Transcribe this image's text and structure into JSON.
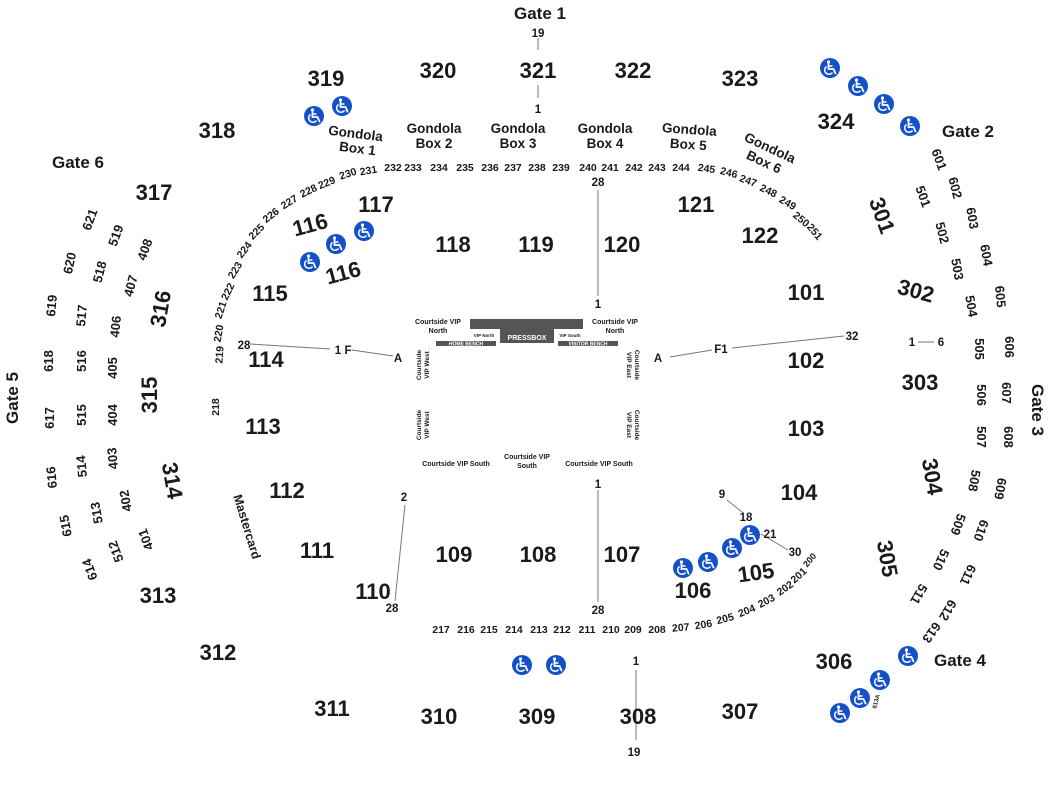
{
  "gates": {
    "gate1": "Gate 1",
    "gate2": "Gate 2",
    "gate3": "Gate 3",
    "gate4": "Gate 4",
    "gate5": "Gate 5",
    "gate6": "Gate 6"
  },
  "sections_100": [
    "101",
    "102",
    "103",
    "104",
    "105",
    "106",
    "107",
    "108",
    "109",
    "110",
    "111",
    "112",
    "113",
    "114",
    "115",
    "116",
    "116",
    "117",
    "118",
    "119",
    "120",
    "121",
    "122"
  ],
  "sections_300": [
    "301",
    "302",
    "303",
    "304",
    "305",
    "306",
    "307",
    "308",
    "309",
    "310",
    "311",
    "312",
    "313",
    "314",
    "315",
    "316",
    "317",
    "318",
    "319",
    "320",
    "321",
    "322",
    "323",
    "324"
  ],
  "sections_200_top": [
    "231",
    "232",
    "233",
    "234",
    "235",
    "236",
    "237",
    "238",
    "239",
    "240",
    "241",
    "242",
    "243",
    "244",
    "245",
    "246",
    "247",
    "248",
    "249",
    "250",
    "251"
  ],
  "sections_200_left": [
    "230",
    "229",
    "228",
    "227",
    "226",
    "225",
    "224",
    "223",
    "222",
    "221",
    "220",
    "219",
    "218"
  ],
  "sections_200_bottom": [
    "217",
    "216",
    "215",
    "214",
    "213",
    "212",
    "211",
    "210",
    "209",
    "208",
    "207",
    "206",
    "205",
    "204",
    "203",
    "202",
    "201",
    "200"
  ],
  "sections_500_left": [
    "519",
    "518",
    "517",
    "516",
    "515",
    "514",
    "513",
    "512"
  ],
  "sections_600_left": [
    "621",
    "620",
    "619",
    "618",
    "617",
    "616",
    "615",
    "614"
  ],
  "sections_400_left": [
    "408",
    "407",
    "406",
    "405",
    "404",
    "403",
    "402",
    "401"
  ],
  "sections_500_right": [
    "501",
    "502",
    "503",
    "504",
    "505",
    "506",
    "507",
    "508",
    "509",
    "510",
    "511"
  ],
  "sections_600_right": [
    "601",
    "602",
    "603",
    "604",
    "605",
    "606",
    "607",
    "608",
    "609",
    "610",
    "611",
    "612",
    "613"
  ],
  "gondola": {
    "gondola_word": "Gondola",
    "boxes": [
      "Box 1",
      "Box 2",
      "Box 3",
      "Box 4",
      "Box 5",
      "Box 6"
    ]
  },
  "court": {
    "courtside_vip_north": "Courtside VIP North",
    "courtside_vip_west": "Courtside VIP West",
    "courtside_vip_east": "Courtside VIP East",
    "courtside_vip_south": "Courtside VIP South",
    "pressbox": "PRESSBOX",
    "vip_north": "VIP North",
    "vip_south": "VIP South",
    "home_bench": "HOME BENCH",
    "visitor_bench": "VISITOR BENCH",
    "mastercard": "Mastercard",
    "label_613a": "613A"
  },
  "rows": {
    "r1": "1",
    "r2": "2",
    "r6": "6",
    "r9": "9",
    "r18": "18",
    "r19": "19",
    "r21": "21",
    "r28": "28",
    "r30": "30",
    "r32": "32",
    "rA": "A",
    "rF": "F",
    "rF1": "F1"
  },
  "icons": {
    "accessible": "wheelchair-icon"
  },
  "colors": {
    "accessible_blue": "#1450c8",
    "band_gray": "#555555"
  }
}
